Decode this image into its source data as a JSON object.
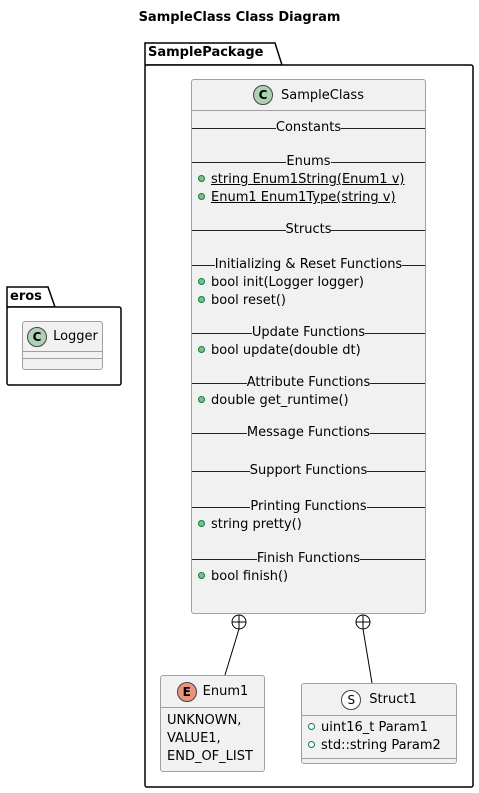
{
  "diagram": {
    "title": "SampleClass Class Diagram",
    "packages": {
      "eros": {
        "label": "eros"
      },
      "sample": {
        "label": "SamplePackage"
      }
    },
    "logger": {
      "badge": "C",
      "name": "Logger"
    },
    "sample_class": {
      "badge": "C",
      "name": "SampleClass",
      "sections": {
        "constants": "Constants",
        "enums": "Enums",
        "structs": "Structs",
        "init": "Initializing & Reset Functions",
        "update": "Update Functions",
        "attribute": "Attribute Functions",
        "message": "Message Functions",
        "support": "Support Functions",
        "printing": "Printing Functions",
        "finish": "Finish Functions"
      },
      "members": {
        "enum1_string": "string Enum1String(Enum1 v)",
        "enum1_type": "Enum1 Enum1Type(string v)",
        "init": "bool init(Logger logger)",
        "reset": "bool reset()",
        "update": "bool update(double dt)",
        "get_runtime": "double get_runtime()",
        "pretty": "string pretty()",
        "finish": "bool finish()"
      }
    },
    "enum1": {
      "badge": "E",
      "name": "Enum1",
      "values": [
        "UNKNOWN,",
        "VALUE1,",
        "END_OF_LIST"
      ]
    },
    "struct1": {
      "badge": "S",
      "name": "Struct1",
      "fields": [
        "uint16_t Param1",
        "std::string Param2"
      ]
    },
    "colors": {
      "class_fill": "#f1f1f1",
      "class_badge": "#add1b2",
      "enum_badge": "#eb937f",
      "visibility_dot": "#84be84"
    }
  }
}
